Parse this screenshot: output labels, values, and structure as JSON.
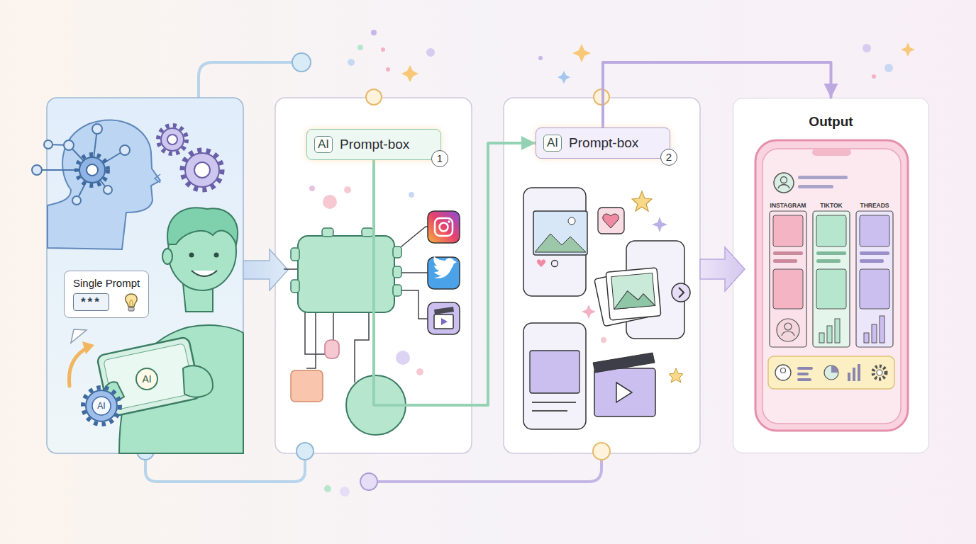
{
  "diagram": {
    "nodes": [
      {
        "text": [
          "Single Prompt",
          "***"
        ]
      },
      {
        "text": [
          "AI",
          "Prompt-box",
          "1"
        ]
      },
      {
        "text": [
          "AI",
          "Prompt-box",
          "2"
        ]
      },
      {
        "text": [
          "Output"
        ]
      }
    ],
    "edges": [
      {
        "from": 1,
        "to": 2,
        "arrow": "to"
      },
      {
        "from": 2,
        "to": 3,
        "arrow": "to"
      }
    ],
    "labels": [
      "AI",
      "AI",
      "INSTAGRAM",
      "TIKTOK",
      "THREADS"
    ]
  }
}
